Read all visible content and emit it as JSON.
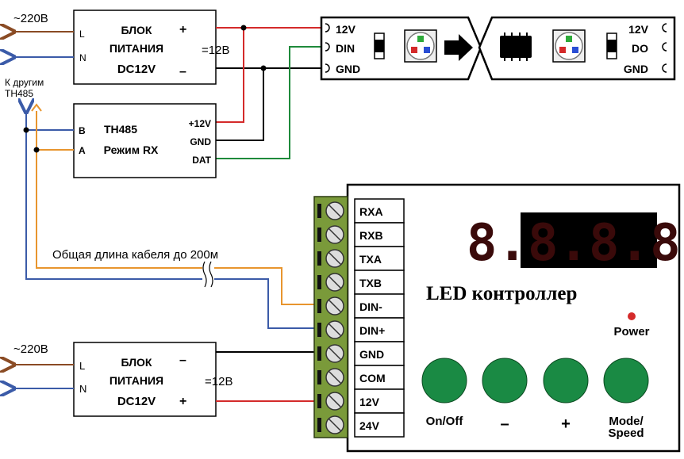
{
  "colors": {
    "red": "#d42a2a",
    "black": "#000000",
    "green": "#1f8a3b",
    "brown": "#8a4b24",
    "blue": "#3b5ba8",
    "orange": "#e8952e",
    "terminal": "#7a9a3a",
    "button": "#1a8a44"
  },
  "psu_top": {
    "label_l": "L",
    "label_n": "N",
    "line1": "БЛОК",
    "line2": "ПИТАНИЯ",
    "line3": "DC12V",
    "plus": "+",
    "minus": "–",
    "voltage": "=12В",
    "mains": "~220В"
  },
  "th485": {
    "label_b": "B",
    "label_a": "A",
    "line1": "TH485",
    "line2": "Режим RX",
    "pin1": "+12V",
    "pin2": "GND",
    "pin3": "DAT"
  },
  "other_note": {
    "line1": "К другим",
    "line2": "TH485"
  },
  "strip": {
    "in_pins": [
      "12V",
      "DIN",
      "GND"
    ],
    "out_pins": [
      "12V",
      "DO",
      "GND"
    ]
  },
  "cable_note": "Общая длина кабеля до 200м",
  "terminals": [
    "RXA",
    "RXB",
    "TXA",
    "TXB",
    "DIN-",
    "DIN+",
    "GND",
    "COM",
    "12V",
    "24V"
  ],
  "controller": {
    "title": "LED контроллер",
    "power": "Power",
    "display": "8.8.8.8.",
    "buttons": [
      "On/Off",
      "–",
      "+",
      "Mode/"
    ],
    "buttons_line2": "Speed"
  },
  "psu_bottom": {
    "label_l": "L",
    "label_n": "N",
    "line1": "БЛОК",
    "line2": "ПИТАНИЯ",
    "line3": "DC12V",
    "minus": "–",
    "plus": "+",
    "voltage": "=12В",
    "mains": "~220В"
  }
}
